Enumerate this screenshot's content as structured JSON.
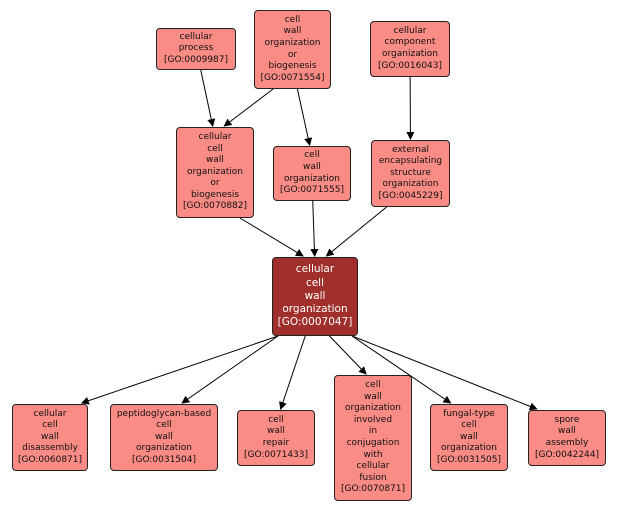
{
  "colors": {
    "node_fill": "#fa8b85",
    "focus_fill": "#a02f2c",
    "edge": "#000000",
    "border": "#222222"
  },
  "nodes": {
    "n0009987": {
      "text": "cellular\nprocess\n[GO:0009987]"
    },
    "n0071554": {
      "text": "cell\nwall\norganization\nor\nbiogenesis\n[GO:0071554]"
    },
    "n0016043": {
      "text": "cellular\ncomponent\norganization\n[GO:0016043]"
    },
    "n0070882": {
      "text": "cellular\ncell\nwall\norganization\nor\nbiogenesis\n[GO:0070882]"
    },
    "n0071555": {
      "text": "cell\nwall\norganization\n[GO:0071555]"
    },
    "n0045229": {
      "text": "external\nencapsulating\nstructure\norganization\n[GO:0045229]"
    },
    "n0007047": {
      "text": "cellular\ncell\nwall\norganization\n[GO:0007047]"
    },
    "n0060871": {
      "text": "cellular\ncell\nwall\ndisassembly\n[GO:0060871]"
    },
    "n0031504": {
      "text": "peptidoglycan-based\ncell\nwall\norganization\n[GO:0031504]"
    },
    "n0071433": {
      "text": "cell\nwall\nrepair\n[GO:0071433]"
    },
    "n0070871": {
      "text": "cell\nwall\norganization\ninvolved\nin\nconjugation\nwith\ncellular\nfusion\n[GO:0070871]"
    },
    "n0031505": {
      "text": "fungal-type\ncell\nwall\norganization\n[GO:0031505]"
    },
    "n0042244": {
      "text": "spore\nwall\nassembly\n[GO:0042244]"
    }
  },
  "edges": [
    {
      "from": "n0009987",
      "to": "n0070882"
    },
    {
      "from": "n0071554",
      "to": "n0070882"
    },
    {
      "from": "n0071554",
      "to": "n0071555"
    },
    {
      "from": "n0016043",
      "to": "n0045229"
    },
    {
      "from": "n0070882",
      "to": "n0007047"
    },
    {
      "from": "n0071555",
      "to": "n0007047"
    },
    {
      "from": "n0045229",
      "to": "n0007047"
    },
    {
      "from": "n0007047",
      "to": "n0060871"
    },
    {
      "from": "n0007047",
      "to": "n0031504"
    },
    {
      "from": "n0007047",
      "to": "n0071433"
    },
    {
      "from": "n0007047",
      "to": "n0070871"
    },
    {
      "from": "n0007047",
      "to": "n0031505"
    },
    {
      "from": "n0007047",
      "to": "n0042244"
    }
  ]
}
